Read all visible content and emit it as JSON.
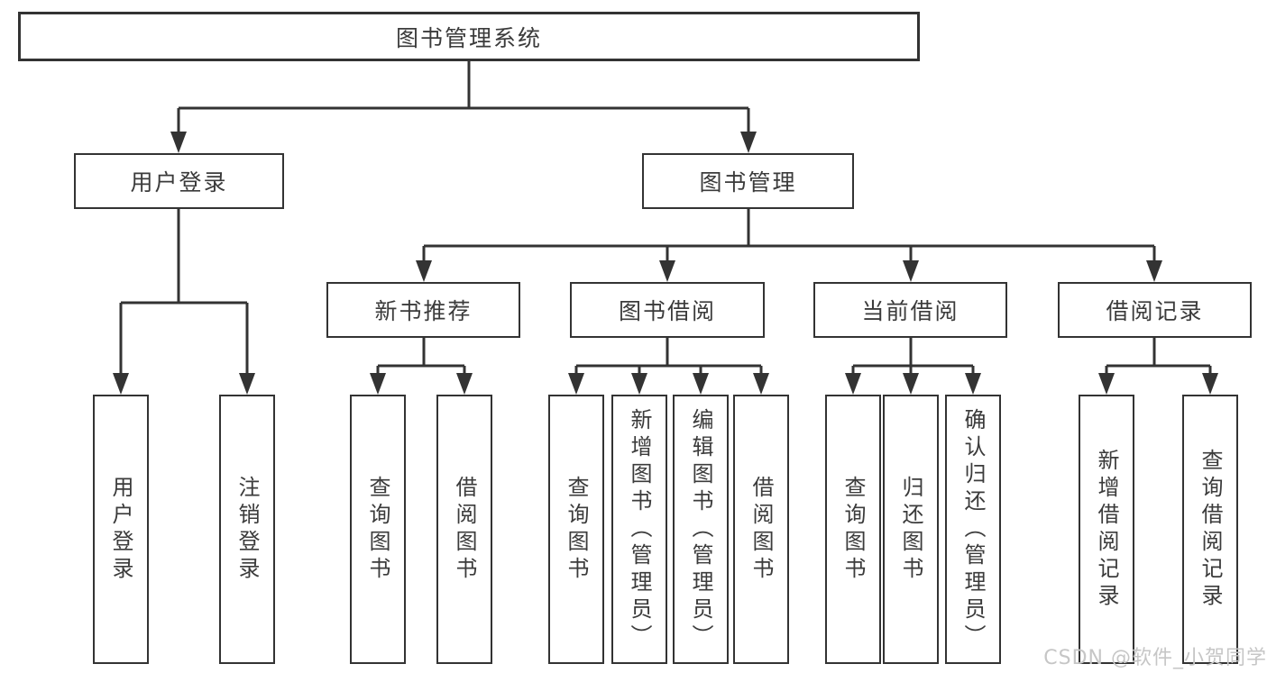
{
  "diagram_title": "图书管理系统",
  "colors": {
    "box_border": "#333333",
    "connector_line": "#333333",
    "text": "#3b3b3b",
    "watermark": "#c6c6c6",
    "background": "#ffffff"
  },
  "tree": {
    "root": {
      "label": "图书管理系统"
    },
    "branches": [
      {
        "label": "用户登录",
        "children": [
          {
            "label": "用户登录"
          },
          {
            "label": "注销登录"
          }
        ]
      },
      {
        "label": "图书管理",
        "children": [
          {
            "label": "新书推荐",
            "children": [
              {
                "label": "查询图书"
              },
              {
                "label": "借阅图书"
              }
            ]
          },
          {
            "label": "图书借阅",
            "children": [
              {
                "label": "查询图书"
              },
              {
                "label": "新增图书（管理员）"
              },
              {
                "label": "编辑图书（管理员）"
              },
              {
                "label": "借阅图书"
              }
            ]
          },
          {
            "label": "当前借阅",
            "children": [
              {
                "label": "查询图书"
              },
              {
                "label": "归还图书"
              },
              {
                "label": "确认归还（管理员）"
              }
            ]
          },
          {
            "label": "借阅记录",
            "children": [
              {
                "label": "新增借阅记录"
              },
              {
                "label": "查询借阅记录"
              }
            ]
          }
        ]
      }
    ]
  },
  "watermark": "CSDN @软件_小贺同学"
}
